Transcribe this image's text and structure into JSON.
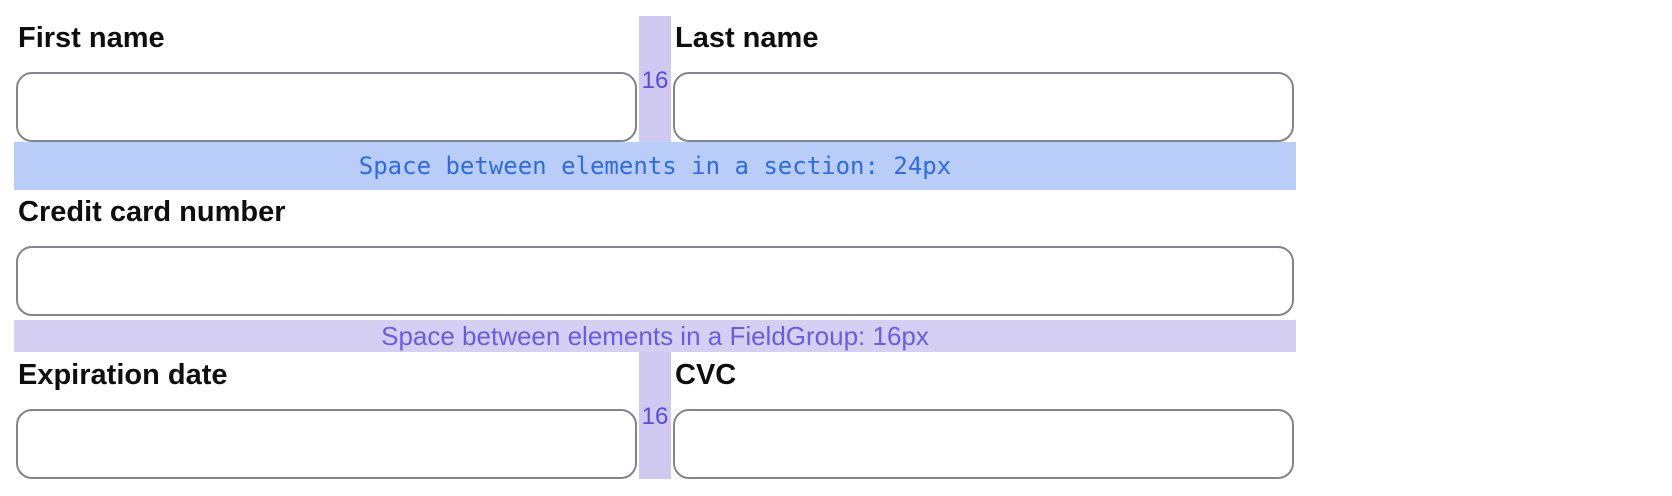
{
  "form": {
    "row1": {
      "left_label": "First name",
      "right_label": "Last name",
      "gap_size": "16"
    },
    "section_spacer": {
      "label": "Space between elements in a section: 24px"
    },
    "row2": {
      "label": "Credit card number"
    },
    "group_spacer": {
      "label": "Space between elements in a FieldGroup: 16px"
    },
    "row3": {
      "left_label": "Expiration date",
      "right_label": "CVC",
      "gap_size": "16"
    }
  },
  "inputs": {
    "first_name_value": "",
    "last_name_value": "",
    "credit_card_number_value": "",
    "expiration_date_value": "",
    "cvc_value": ""
  },
  "colors": {
    "section_gap_bar_bg": "#b9cdf8",
    "section_gap_text": "#2e6ce5",
    "fieldgroup_gap_bar_bg": "#d5d0f3",
    "column_gap_bar_bg": "#cfc9f2",
    "purple_annotation_text": "#5a4cd9",
    "fieldgroup_annotation_text": "#6b5ce8",
    "field_border": "#82858e"
  }
}
